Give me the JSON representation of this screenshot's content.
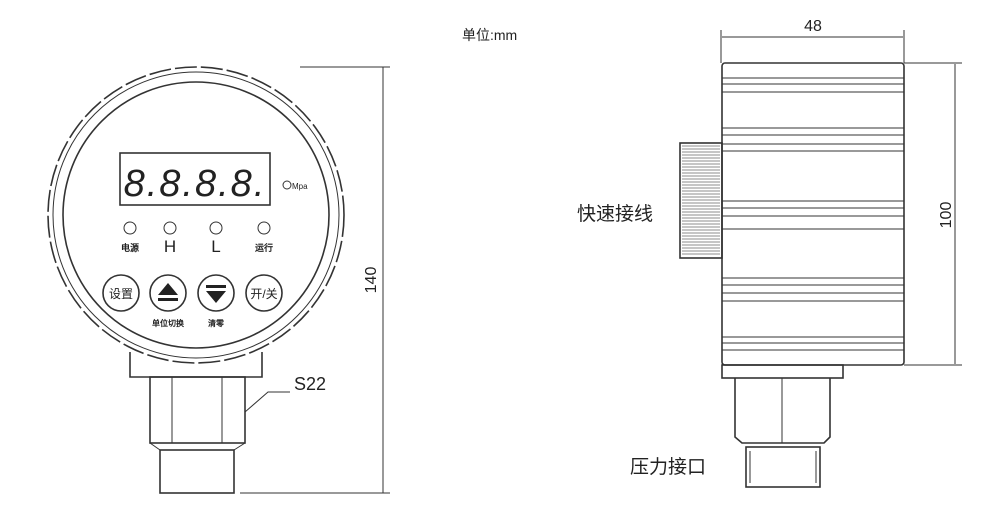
{
  "unit_label": "单位:mm",
  "front_view": {
    "display_digits": "8.8.8.8.",
    "unit_indicator": "Mpa",
    "leds": [
      {
        "label": "电源"
      },
      {
        "label": "H"
      },
      {
        "label": "L"
      },
      {
        "label": "运行"
      }
    ],
    "buttons": [
      {
        "label": "设置",
        "caption": ""
      },
      {
        "label": "▲",
        "caption": "单位切换"
      },
      {
        "label": "▼",
        "caption": "清零"
      },
      {
        "label": "开/关",
        "caption": ""
      }
    ],
    "height_dimension": "140",
    "hex_label": "S22"
  },
  "side_view": {
    "width_dimension": "48",
    "height_dimension": "100",
    "connector_label": "快速接线",
    "pressure_port_label": "压力接口"
  }
}
